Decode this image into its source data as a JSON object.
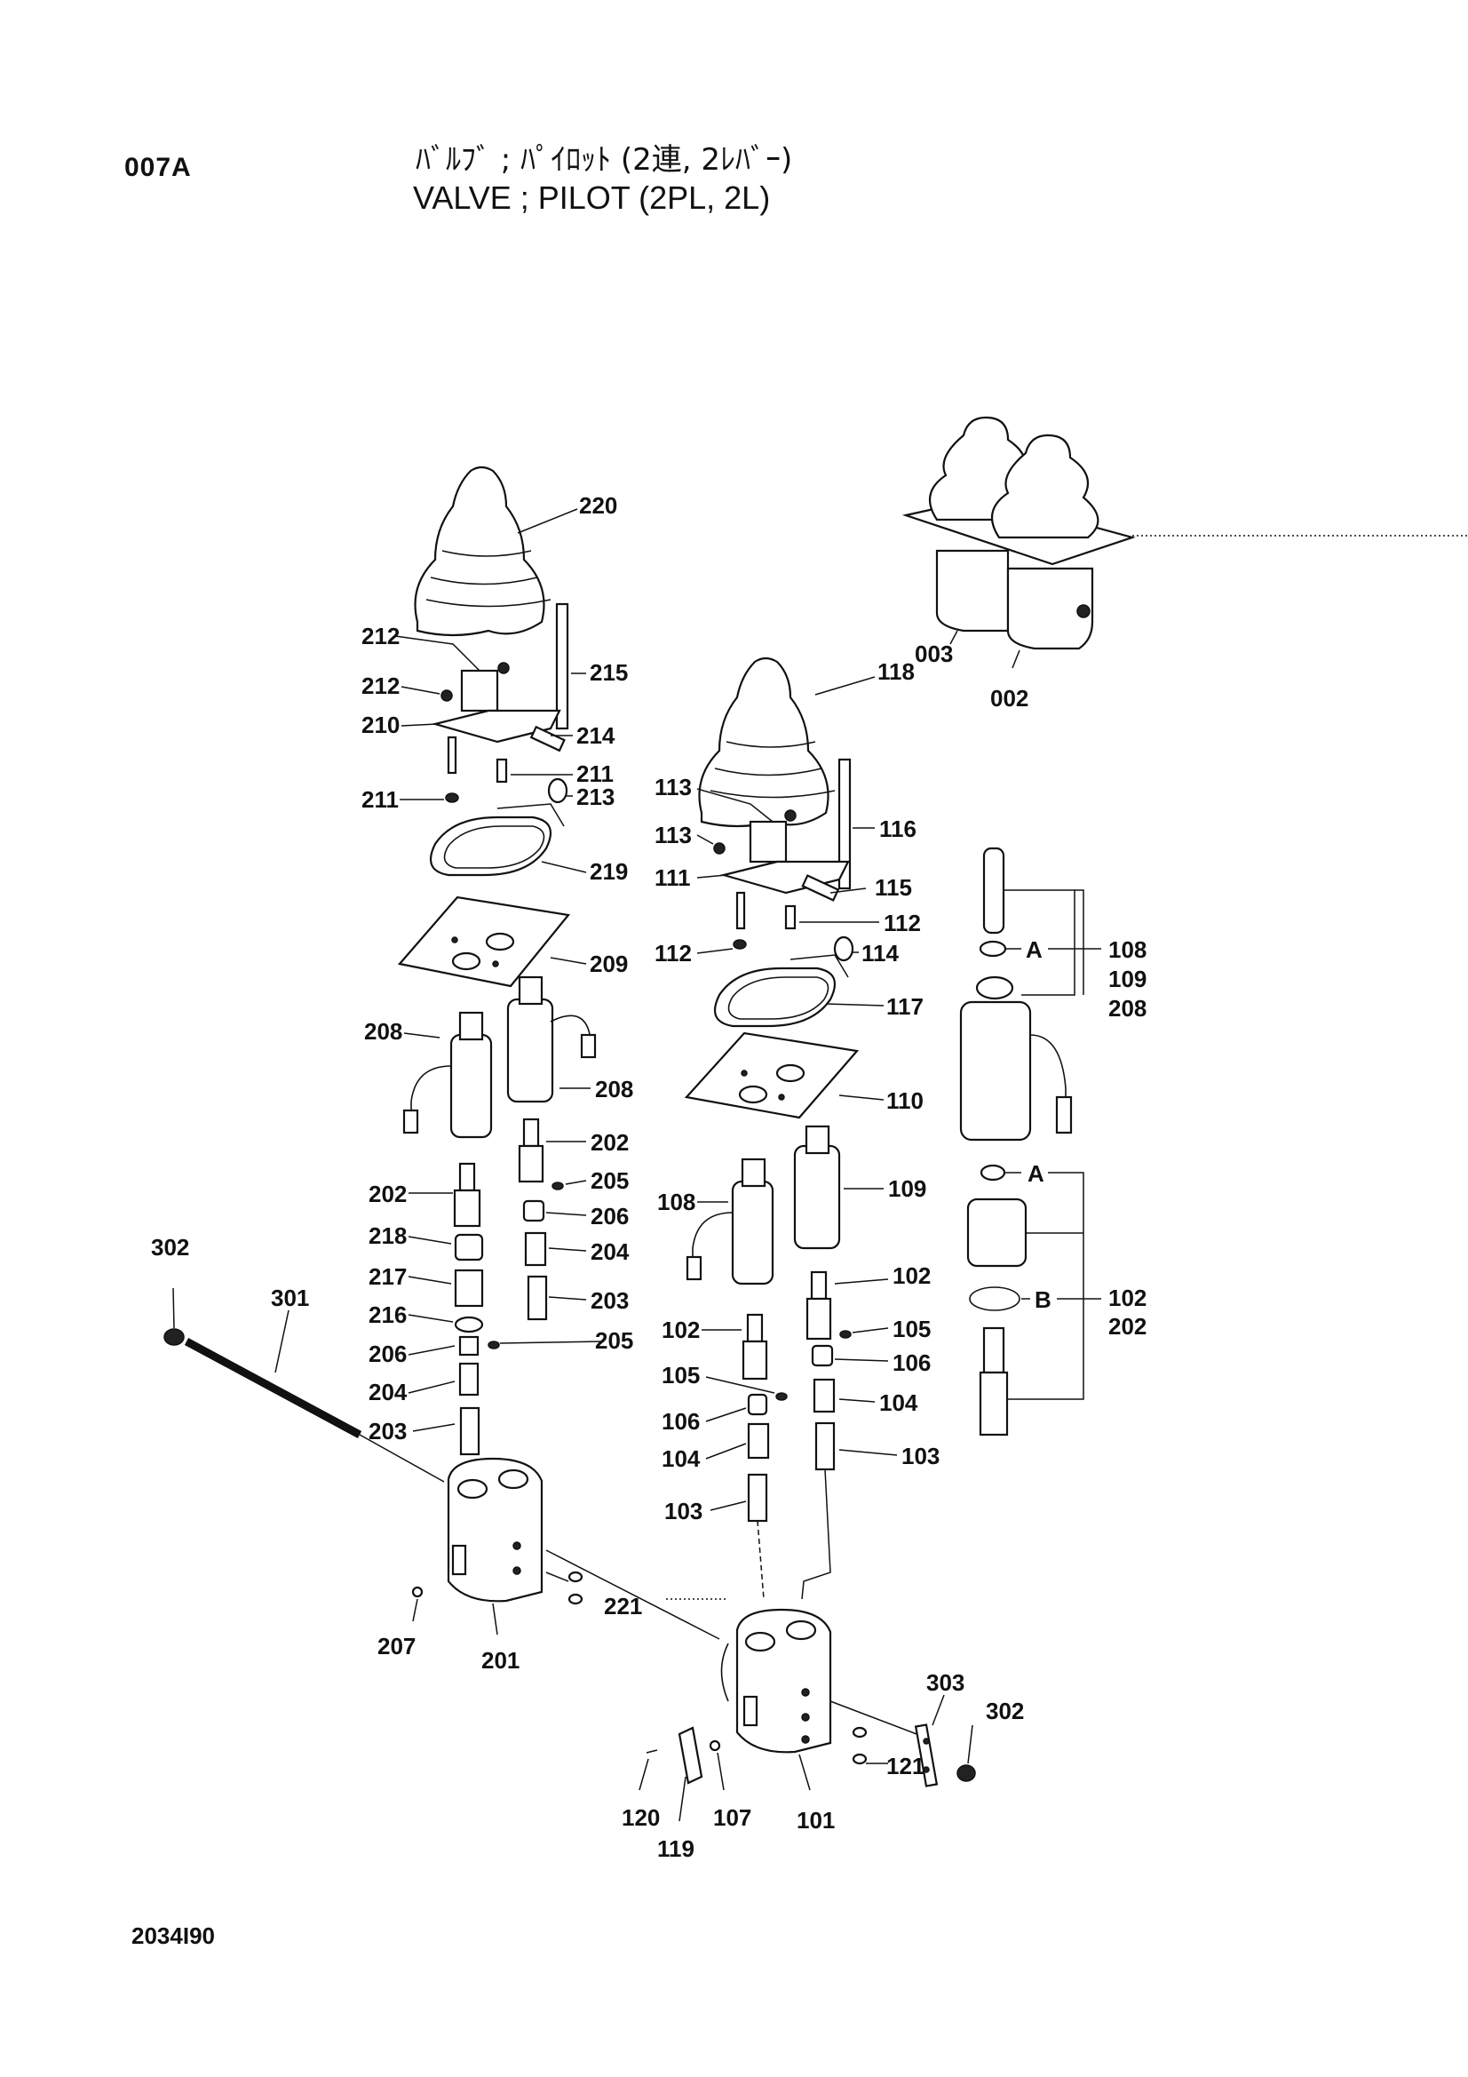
{
  "page_code": "007A",
  "title_jp": "ﾊﾞﾙﾌﾞ ; ﾊﾟｲﾛｯﾄ (2連, 2ﾚﾊﾞｰ)",
  "title_en": "VALVE ; PILOT (2PL, 2L)",
  "drawing_number": "2034I90",
  "labels": {
    "l220": "220",
    "l212a": "212",
    "l212b": "212",
    "l215": "215",
    "l210": "210",
    "l214": "214",
    "l211a": "211",
    "l211b": "211",
    "l213": "213",
    "l219": "219",
    "l209": "209",
    "l208a": "208",
    "l208b": "208",
    "l202a": "202",
    "l202b": "202",
    "l205a": "205",
    "l206a": "206",
    "l218": "218",
    "l204a": "204",
    "l217": "217",
    "l203a": "203",
    "l216": "216",
    "l205b": "205",
    "l206b": "206",
    "l204b": "204",
    "l203b": "203",
    "l302a": "302",
    "l301": "301",
    "l221": "221",
    "l207": "207",
    "l201": "201",
    "l118": "118",
    "l113a": "113",
    "l113b": "113",
    "l116": "116",
    "l111": "111",
    "l115": "115",
    "l112a": "112",
    "l112b": "112",
    "l114": "114",
    "l117": "117",
    "l110": "110",
    "l108": "108",
    "l109": "109",
    "l102a": "102",
    "l102b": "102",
    "l105a": "105",
    "l106a": "106",
    "l105b": "105",
    "l106b": "106",
    "l104a": "104",
    "l104b": "104",
    "l103a": "103",
    "l103b": "103",
    "l120": "120",
    "l119": "119",
    "l107": "107",
    "l101": "101",
    "l121": "121",
    "l303": "303",
    "l302b": "302",
    "l003": "003",
    "l002": "002",
    "kA1": "A",
    "kA2": "A",
    "kB": "B",
    "k108": "108",
    "k109": "109",
    "k208": "208",
    "k102": "102",
    "k202": "202"
  }
}
